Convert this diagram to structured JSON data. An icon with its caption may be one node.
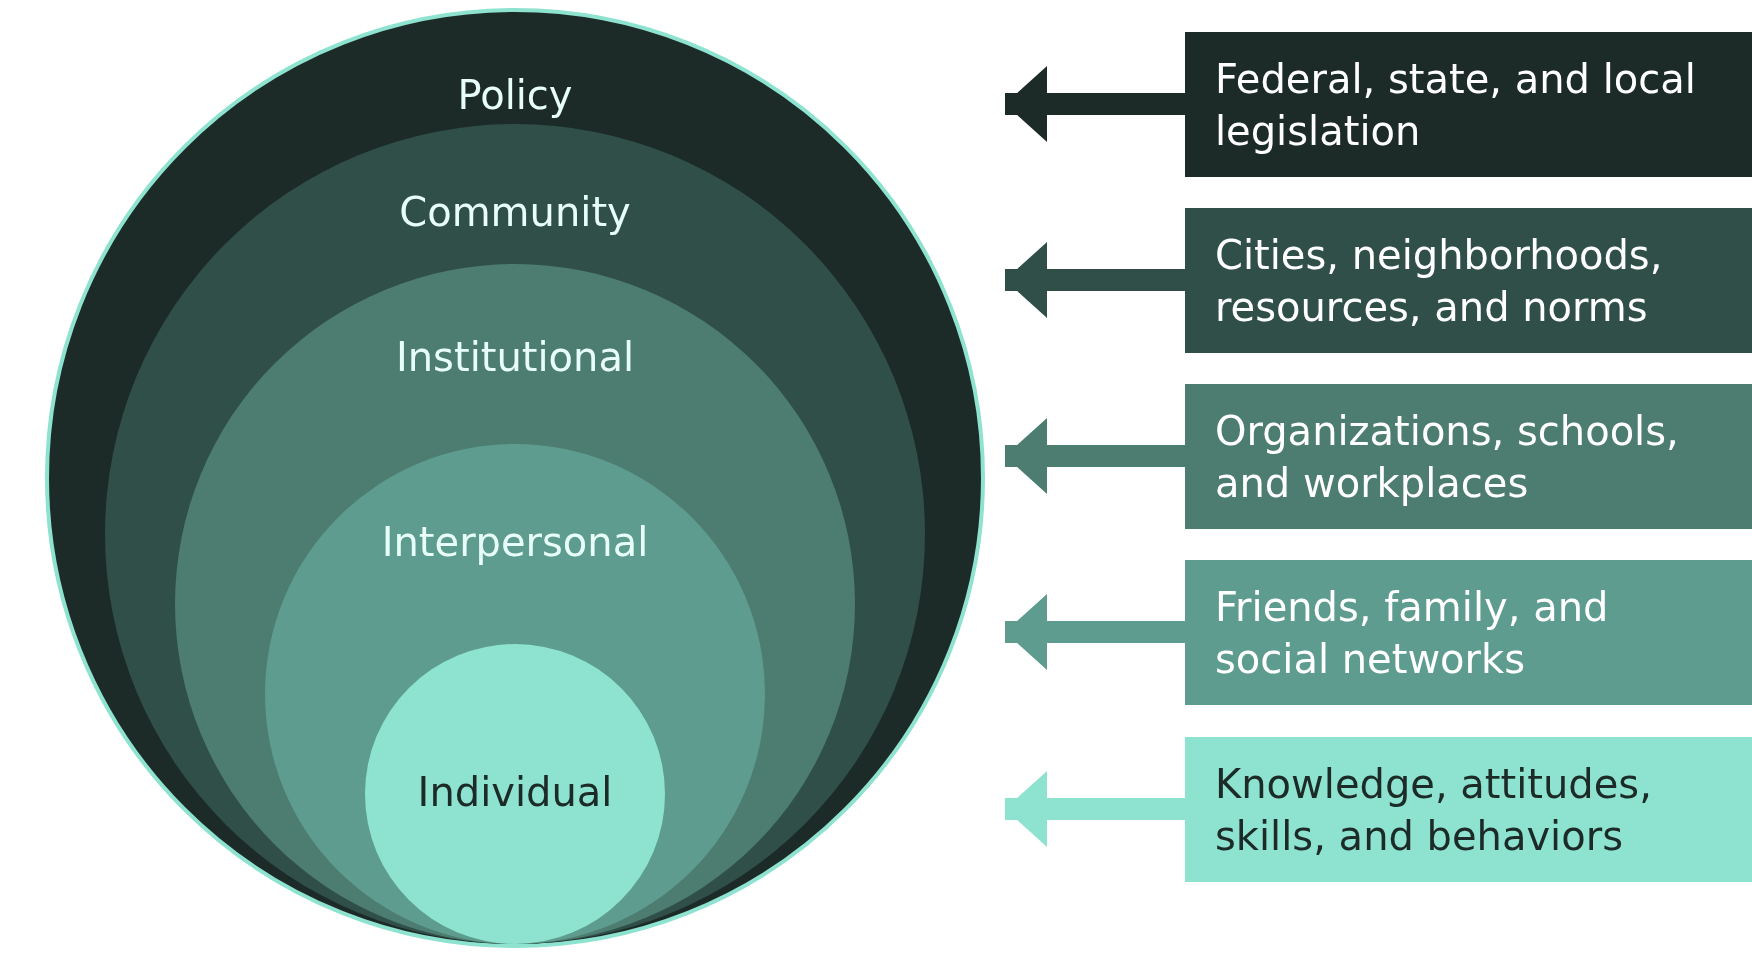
{
  "diagram": {
    "nodes": [
      {
        "text": [
          "Policy"
        ]
      },
      {
        "text": [
          "Community"
        ],
        "in": 0
      },
      {
        "text": [
          "Institutional"
        ],
        "in": 1
      },
      {
        "text": [
          "Interpersonal"
        ],
        "in": 2
      },
      {
        "text": [
          "Individual"
        ],
        "in": 3
      },
      {
        "text": [
          "Federal, state, and local legislation"
        ]
      },
      {
        "text": [
          "Cities, neighborhoods, resources, and norms"
        ]
      },
      {
        "text": [
          "Organizations, schools, and workplaces"
        ]
      },
      {
        "text": [
          "Friends, family, and social networks"
        ]
      },
      {
        "text": [
          "Knowledge, attitudes, skills, and behaviors"
        ]
      }
    ],
    "edges": [
      {
        "from": 5,
        "to": 0,
        "arrow": "to",
        "color": "#1c2b27"
      },
      {
        "from": 6,
        "to": 0,
        "arrow": "to",
        "color": "#2f4f48"
      },
      {
        "from": 7,
        "to": 0,
        "arrow": "to",
        "color": "#4c7d70"
      },
      {
        "from": 8,
        "to": 0,
        "arrow": "to",
        "color": "#5e9c8f"
      },
      {
        "from": 9,
        "to": 0,
        "arrow": "to",
        "color": "#8ee3d0"
      }
    ]
  }
}
